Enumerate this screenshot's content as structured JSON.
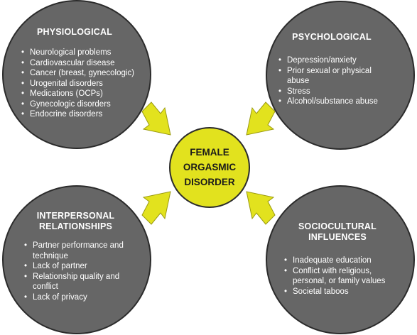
{
  "center": {
    "label": "FEMALE\nORGASMIC\nDISORDER"
  },
  "physiological": {
    "title": "PHYSIOLOGICAL",
    "items": [
      "Neurological problems",
      "Cardiovascular disease",
      "Cancer (breast, gynecologic)",
      "Urogenital disorders",
      "Medications (OCPs)",
      "Gynecologic disorders",
      "Endocrine disorders"
    ]
  },
  "psychological": {
    "title": "PSYCHOLOGICAL",
    "items": [
      "Depression/anxiety",
      "Prior sexual or physical abuse",
      "Stress",
      "Alcohol/substance abuse"
    ]
  },
  "interpersonal": {
    "title": "INTERPERSONAL\nRELATIONSHIPS",
    "items": [
      "Partner performance and technique",
      "Lack of partner",
      "Relationship quality and conflict",
      "Lack of privacy"
    ]
  },
  "sociocultural": {
    "title": "SOCIOCULTURAL\nINFLUENCES",
    "items": [
      "Inadequate education",
      "Conflict with religious, personal,  or family values",
      "Societal taboos"
    ]
  },
  "colors": {
    "circle_fill": "#666666",
    "circle_stroke": "#2b2b2b",
    "center_fill": "#e2e21e",
    "arrow_fill": "#e2e21e",
    "arrow_stroke": "#9a9a10"
  }
}
